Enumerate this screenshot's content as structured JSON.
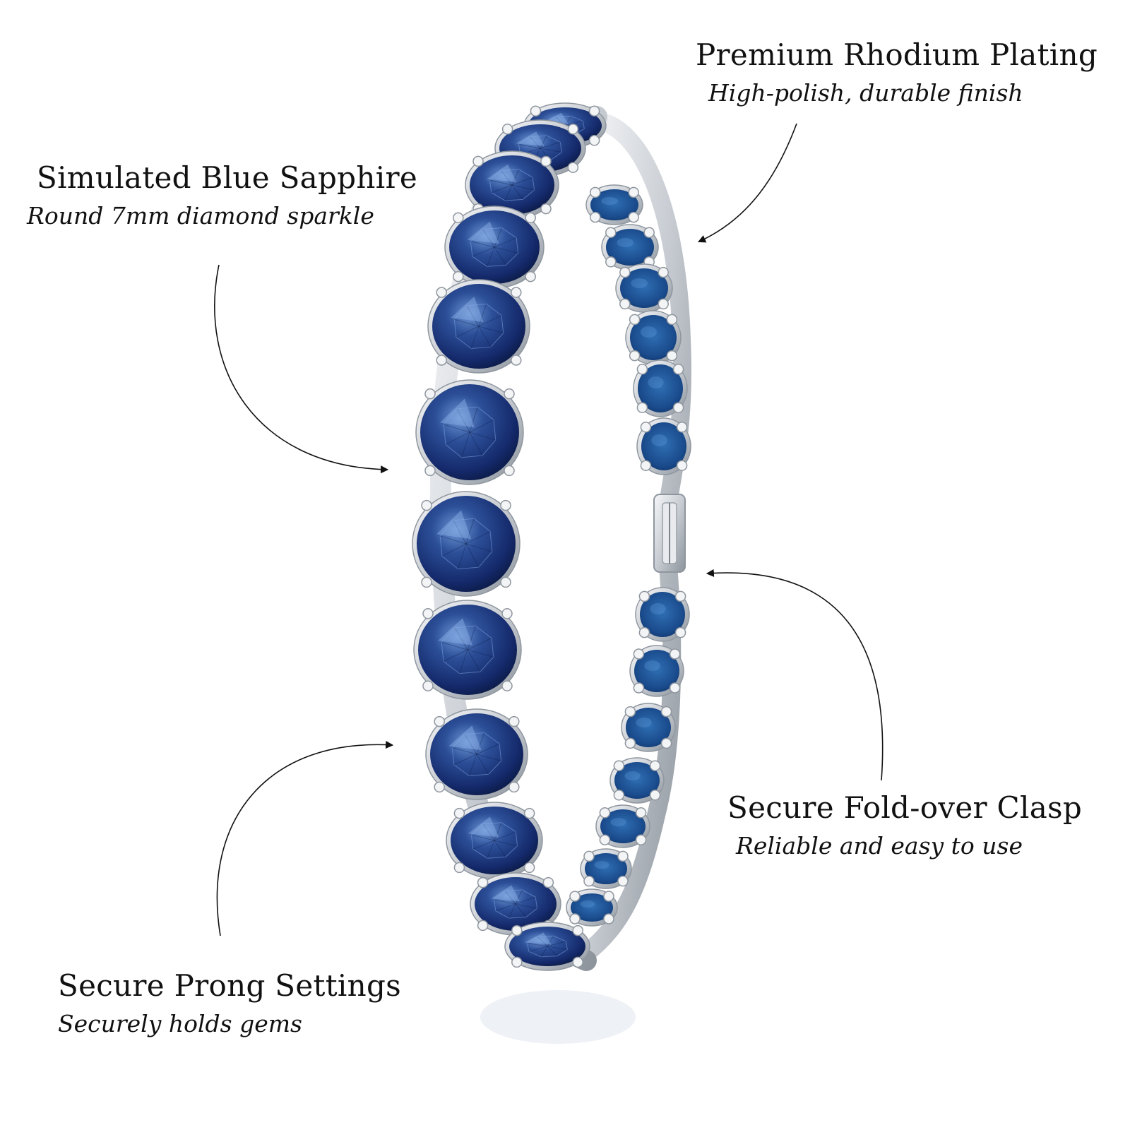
{
  "features": {
    "sapphire": {
      "title": "Simulated Blue Sapphire",
      "subtitle": "Round 7mm diamond sparkle"
    },
    "rhodium": {
      "title": "Premium Rhodium Plating",
      "subtitle": "High-polish, durable finish"
    },
    "prong": {
      "title": "Secure Prong Settings",
      "subtitle": "Securely holds gems"
    },
    "clasp": {
      "title": "Secure Fold-over Clasp",
      "subtitle": "Reliable and easy to use"
    }
  },
  "colors": {
    "background": "#ffffff",
    "text": "#111111",
    "gem_dark": "#0d1f4f",
    "gem_mid": "#1f3f86",
    "gem_light": "#5b86c8",
    "metal": "#d7dbe0",
    "metal_shade": "#8f969e"
  },
  "product_image": "blue-sapphire-tennis-bracelet-image"
}
